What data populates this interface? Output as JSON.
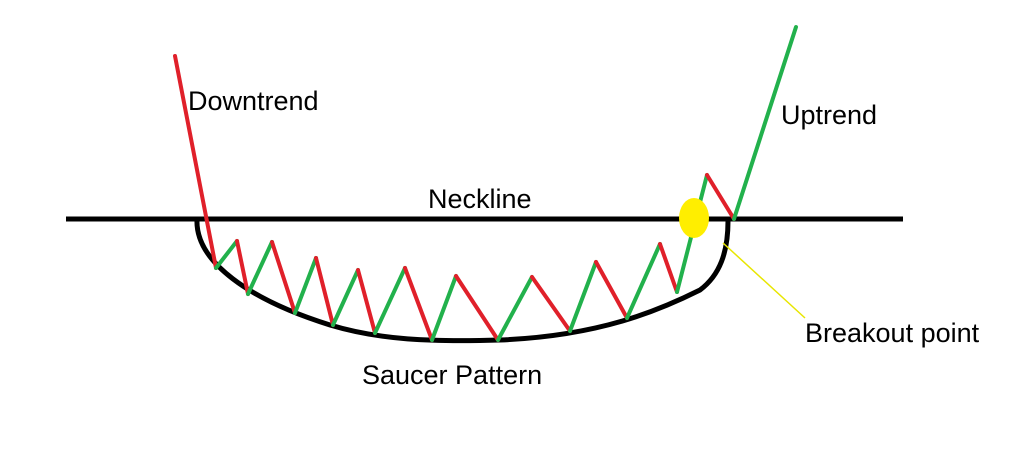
{
  "labels": {
    "downtrend": "Downtrend",
    "uptrend": "Uptrend",
    "neckline": "Neckline",
    "breakout": "Breakout point",
    "saucer": "Saucer Pattern"
  },
  "colors": {
    "down_segment": "#e0202a",
    "up_segment": "#22b14c",
    "neckline": "#000000",
    "saucer_curve": "#000000",
    "breakout_marker": "#ffee00",
    "breakout_pointer": "#e8e600",
    "background": "#ffffff"
  }
}
